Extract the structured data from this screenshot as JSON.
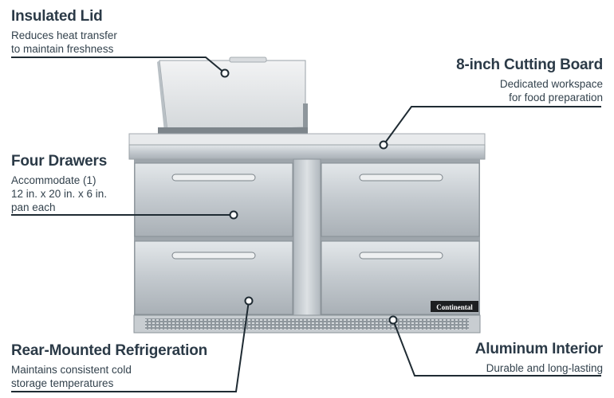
{
  "callouts": {
    "lid": {
      "title": "Insulated Lid",
      "desc": [
        "Reduces heat transfer",
        "to maintain freshness"
      ]
    },
    "board": {
      "title": "8-inch Cutting Board",
      "desc": [
        "Dedicated workspace",
        "for food preparation"
      ]
    },
    "drawers": {
      "title": "Four Drawers",
      "desc": [
        "Accommodate (1)",
        "12 in. x 20 in. x 6 in.",
        "pan each"
      ]
    },
    "refrigeration": {
      "title": "Rear-Mounted Refrigeration",
      "desc": [
        "Maintains consistent cold",
        "storage temperatures"
      ]
    },
    "interior": {
      "title": "Aluminum Interior",
      "desc": [
        "Durable and long-lasting"
      ]
    }
  },
  "product": {
    "brand_badge": "Continental"
  },
  "colors": {
    "heading": "#2b3a47",
    "leader": "#1f2b33",
    "steel": "#b9c0c6"
  }
}
